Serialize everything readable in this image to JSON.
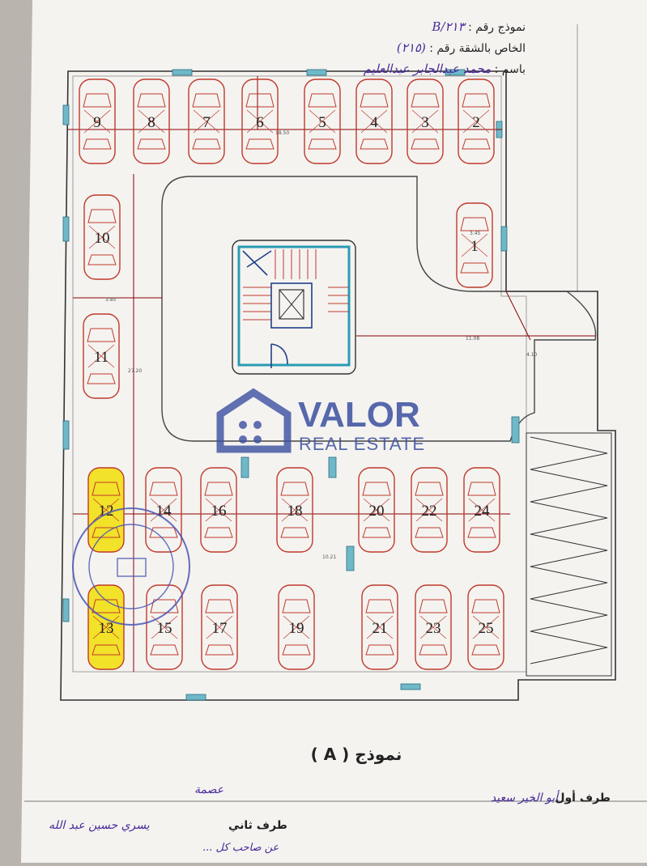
{
  "header": {
    "model_number_label": "نموذج رقم :",
    "model_number_value": "B/۲۱٣",
    "apartment_label": "الخاص بالشقة رقم :",
    "apartment_value": "(٢١٥)",
    "name_label": "باسم :",
    "name_value": "محمد عبدالجابر عبدالعليم"
  },
  "parking": {
    "top_row": [
      "9",
      "8",
      "7",
      "6",
      "5",
      "4",
      "3",
      "2"
    ],
    "right_single": "1",
    "left_column": [
      "10",
      "11"
    ],
    "bottom_upper_row": [
      "12",
      "14",
      "16",
      "18",
      "20",
      "22",
      "24"
    ],
    "bottom_lower_row": [
      "13",
      "15",
      "17",
      "19",
      "21",
      "23",
      "25"
    ],
    "highlighted": [
      "12",
      "13"
    ],
    "highlight_color": "#f2e22a",
    "car_color": "#c0392b"
  },
  "dimensions": {
    "top": "18.50",
    "left_width": "3.85",
    "center_right": "11.08",
    "right_side": "4.10",
    "left_height": "27.20",
    "spot1": "3.45",
    "bottom_center": "10.21"
  },
  "watermark": {
    "brand": "VALOR",
    "tagline": "REAL ESTATE",
    "color": "#3b4fa0"
  },
  "footer": {
    "model_title": "نموذج ( A )",
    "first_party_label": "طرف أول",
    "first_party_signature": "أبو الخير سعيد",
    "second_party_label": "طرف ثاني",
    "second_party_signature": "يسري حسين عبد الله",
    "note_top": "عصمة",
    "note_bottom": "عن صاحب كل ..."
  }
}
